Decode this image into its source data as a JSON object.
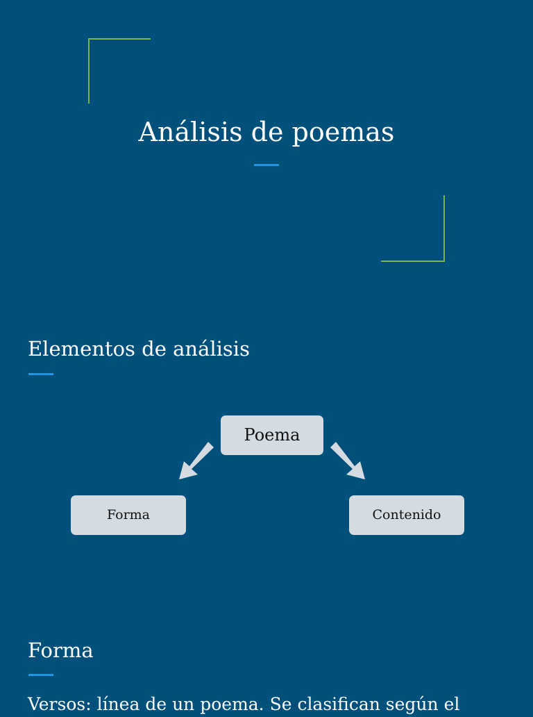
{
  "slide1": {
    "title": "Análisis de poemas"
  },
  "slide2": {
    "title": "Elementos de análisis",
    "diagram": {
      "root": "Poema",
      "left": "Forma",
      "right": "Contenido"
    }
  },
  "slide3": {
    "title": "Forma",
    "body": "Versos: línea de un poema. Se clasifican según el"
  },
  "colors": {
    "background": "#00507c",
    "bracket": "#7ab648",
    "accent": "#1f95df",
    "node": "#d4dbe1"
  }
}
